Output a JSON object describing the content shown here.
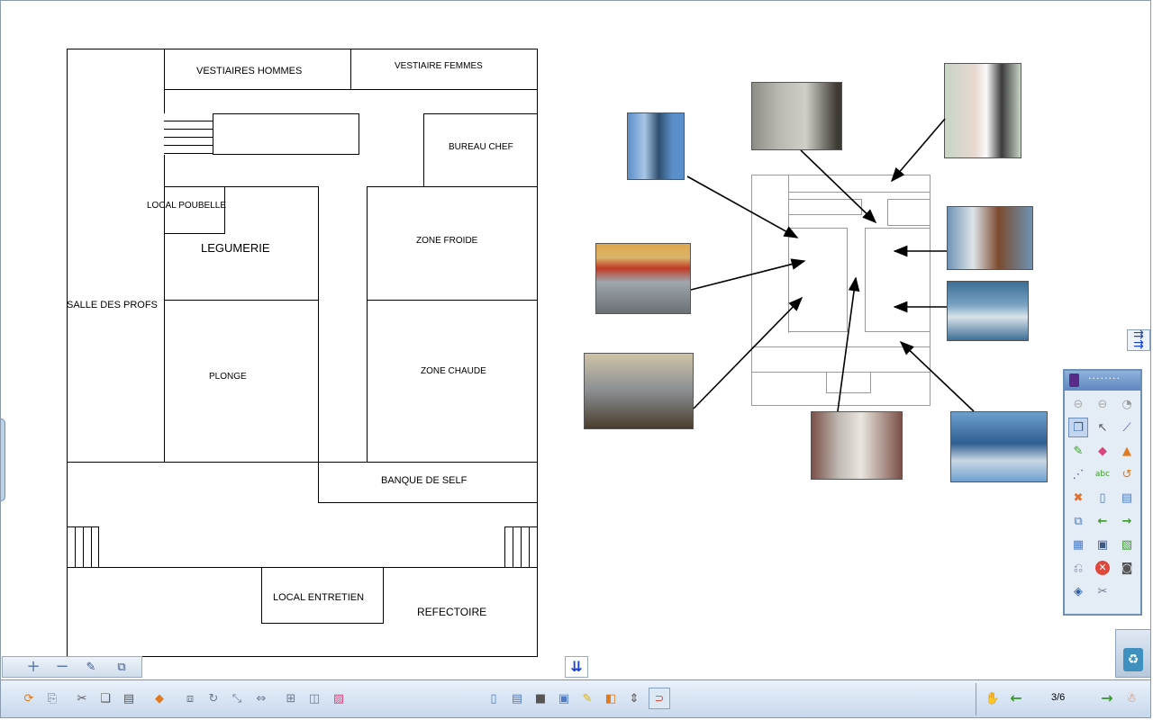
{
  "plan": {
    "vestiaires_hommes": "VESTIAIRES HOMMES",
    "vestiaire_femmes": "VESTIAIRE FEMMES",
    "bureau_chef": "BUREAU CHEF",
    "local_poubelle": "LOCAL POUBELLE",
    "legumerie": "LEGUMERIE",
    "zone_froide": "ZONE FROIDE",
    "salle_des_profs": "SALLE DES PROFS",
    "plonge": "PLONGE",
    "zone_chaude": "ZONE CHAUDE",
    "banque_de_self": "BANQUE DE SELF",
    "local_entretien": "LOCAL ENTRETIEN",
    "refectoire": "REFECTOIRE"
  },
  "photos": [
    {
      "name": "photo-locker",
      "colors": [
        "#5b8fc9",
        "#a9c6e6",
        "#2f4e6e"
      ]
    },
    {
      "name": "photo-fridges",
      "colors": [
        "#b9b9b2",
        "#8d8d86",
        "#3f3b34"
      ]
    },
    {
      "name": "photo-changing-room",
      "colors": [
        "#c8d4c6",
        "#e8d8cf",
        "#3b3b3b"
      ]
    },
    {
      "name": "photo-vegetable-sink",
      "colors": [
        "#d8b56a",
        "#c03a25",
        "#9fa6ad"
      ]
    },
    {
      "name": "photo-cook",
      "colors": [
        "#6f93b3",
        "#dfe5ea",
        "#7a4a2e"
      ]
    },
    {
      "name": "photo-kitchen-hot",
      "colors": [
        "#7aa2c2",
        "#3d6e95",
        "#d9e3ea"
      ]
    },
    {
      "name": "photo-slicer",
      "colors": [
        "#cfc3a8",
        "#8a8e92",
        "#4a3d2c"
      ]
    },
    {
      "name": "photo-corridor",
      "colors": [
        "#bfbab3",
        "#7a5048",
        "#e9e6df"
      ]
    },
    {
      "name": "photo-self-counter",
      "colors": [
        "#6ea0cf",
        "#2f5f92",
        "#c9d7e2"
      ]
    }
  ],
  "page_nav": {
    "indicator": "3/6"
  },
  "toolbox": {
    "title_dots": "········"
  },
  "colors": {
    "toolbar_bg": "#c6d7ec",
    "toolbox_border": "#6d8fb8",
    "arrow_blue": "#1a3fd6"
  }
}
